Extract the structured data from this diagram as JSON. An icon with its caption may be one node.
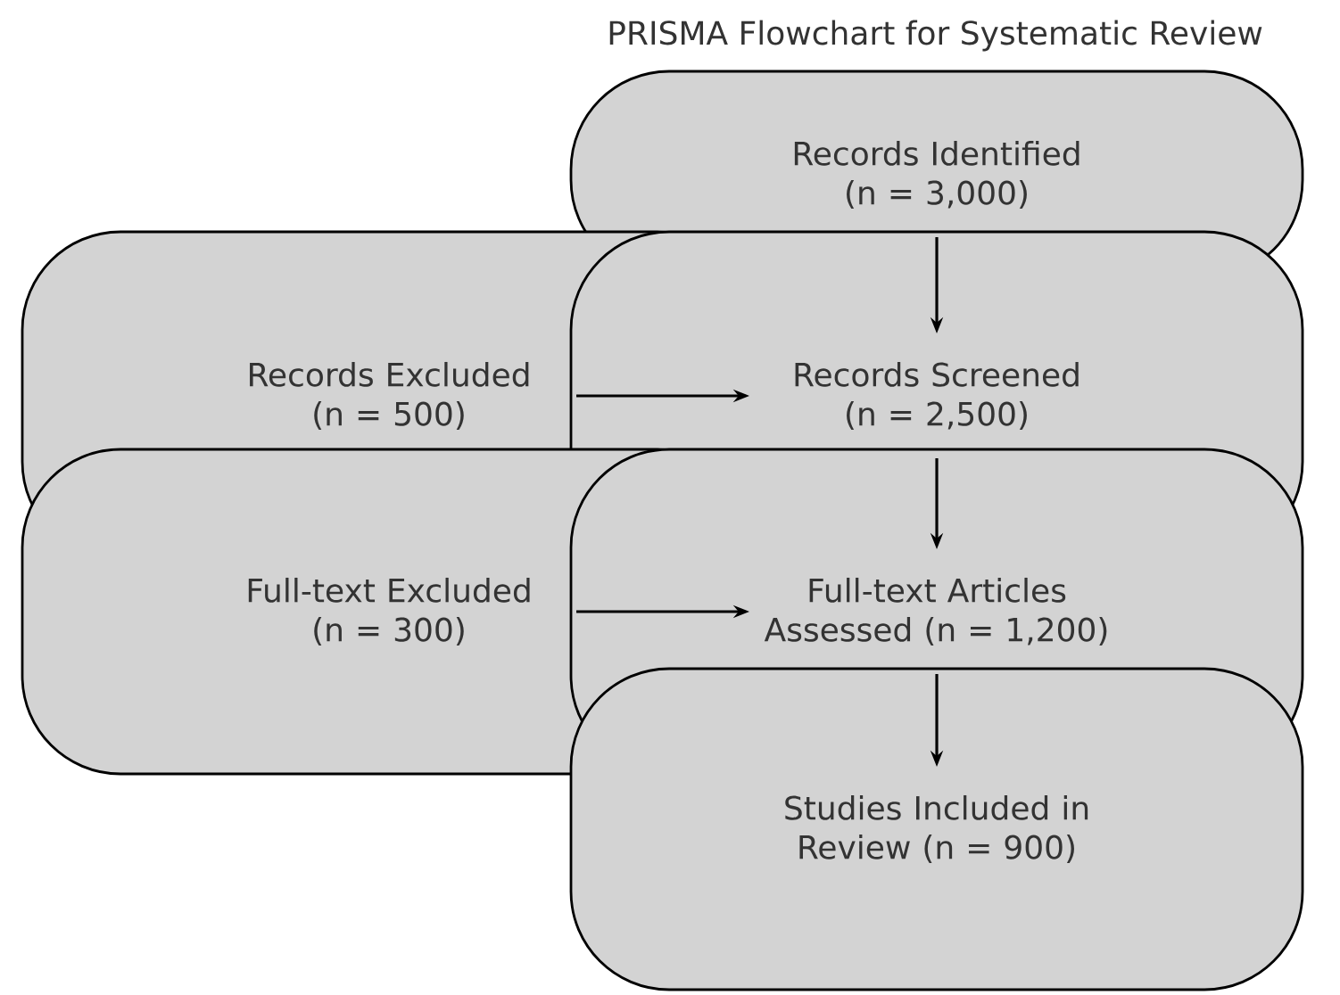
{
  "diagram": {
    "title": "PRISMA Flowchart for Systematic Review",
    "nodes": [
      {
        "text": [
          "Records Identified (n = 3,000)"
        ]
      },
      {
        "text": [
          "Records Screened (n = 2,500)"
        ]
      },
      {
        "text": [
          "Records Excluded (n = 500)"
        ]
      },
      {
        "text": [
          "Full-text Articles Assessed (n = 1,200)"
        ]
      },
      {
        "text": [
          "Full-text Excluded (n = 300)"
        ]
      },
      {
        "text": [
          "Studies Included in Review (n = 900)"
        ]
      }
    ],
    "edges": [
      {
        "from": 0,
        "to": 1,
        "arrow": "to"
      },
      {
        "from": 2,
        "to": 1,
        "arrow": "to"
      },
      {
        "from": 1,
        "to": 3,
        "arrow": "to"
      },
      {
        "from": 4,
        "to": 3,
        "arrow": "to"
      },
      {
        "from": 3,
        "to": 5,
        "arrow": "to"
      }
    ]
  }
}
